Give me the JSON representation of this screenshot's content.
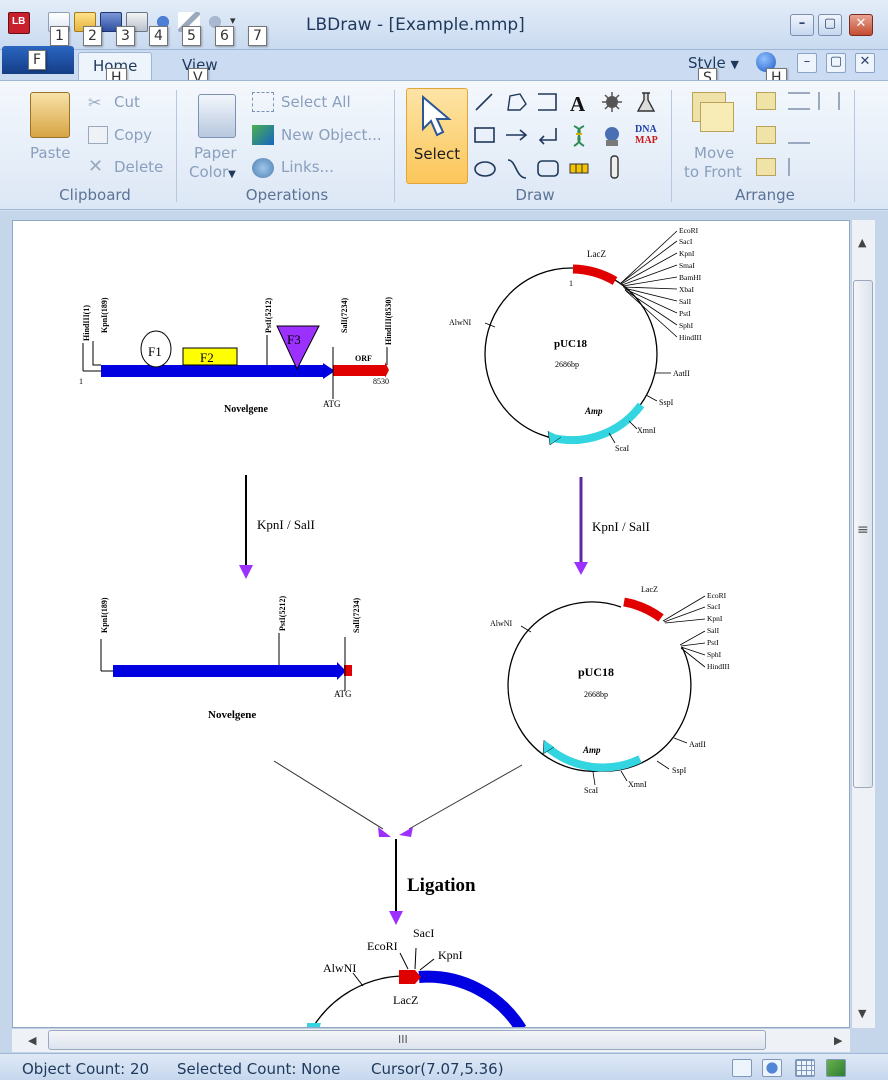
{
  "window": {
    "title": "LBDraw - [Example.mmp]",
    "quick_access_keytips": [
      "1",
      "2",
      "3",
      "4",
      "5",
      "6",
      "7"
    ],
    "minimize": "–",
    "maximize": "▢",
    "close": "✕"
  },
  "ribbon_tabs": {
    "file_keytip": "F",
    "home": "Home",
    "home_keytip": "H",
    "view": "View",
    "view_keytip": "V",
    "style": "Style",
    "style_keytip": "S",
    "help_keytip": "H"
  },
  "clipboard": {
    "paste": "Paste",
    "cut": "Cut",
    "copy": "Copy",
    "delete": "Delete",
    "group": "Clipboard"
  },
  "operations": {
    "paper": "Paper",
    "color": "Color",
    "select_all": "Select All",
    "new_object": "New Object...",
    "links": "Links...",
    "group": "Operations"
  },
  "draw": {
    "select": "Select",
    "text_tool": "A",
    "dna_map": "DNA MAP",
    "group": "Draw"
  },
  "arrange": {
    "move": "Move",
    "to_front": "to Front",
    "group": "Arrange"
  },
  "diagram": {
    "gene1": {
      "sites": [
        "HindIII(1)",
        "KpnI(189)",
        "PstI(5212)",
        "SalI(7234)",
        "HindIII(8530)"
      ],
      "feature_f1": "F1",
      "feature_f2": "F2",
      "feature_f3": "F3",
      "orf": "ORF",
      "start": "1",
      "end": "8530",
      "atg": "ATG",
      "name": "Novelgene"
    },
    "plasmid1": {
      "name": "pUC18",
      "size": "2686bp",
      "lacz": "LacZ",
      "one": "1",
      "amp": "Amp",
      "mcs_sites": [
        "EcoRI",
        "SacI",
        "KpnI",
        "SmaI",
        "BamHI",
        "XbaI",
        "SalI",
        "PstI",
        "SphI",
        "HindIII"
      ],
      "alwni": "AlwNI",
      "aatii": "AatII",
      "sspi": "SspI",
      "xmni": "XmnI",
      "scai": "ScaI"
    },
    "digest_label_left": "KpnI / SalI",
    "digest_label_right": "KpnI / SalI",
    "gene2": {
      "sites": [
        "KpnI(189)",
        "PstI(5212)",
        "SalI(7234)"
      ],
      "atg": "ATG",
      "name": "Novelgene"
    },
    "plasmid2": {
      "name": "pUC18",
      "size": "2668bp",
      "lacz": "LacZ",
      "amp": "Amp",
      "mcs_sites": [
        "EcoRI",
        "SacI",
        "KpnI",
        "SalI",
        "PstI",
        "SphI",
        "HindIII"
      ],
      "alwni": "AlwNI",
      "aatii": "AatII",
      "sspi": "SspI",
      "xmni": "XmnI",
      "scai": "ScaI"
    },
    "ligation": "Ligation",
    "product": {
      "saci": "SacI",
      "ecori": "EcoRI",
      "kpni": "KpnI",
      "alwni": "AlwNI",
      "lacz": "LacZ"
    }
  },
  "scroll": {
    "grip": "III",
    "equals": "≡"
  },
  "status": {
    "object_count": "Object Count: 20",
    "selected_count": "Selected Count: None",
    "cursor": "Cursor(7.07,5.36)"
  },
  "colors": {
    "blue_bar": "#0000e0",
    "red": "#e00000",
    "purple": "#8a2be2",
    "cyan": "#33d6e0",
    "yellow": "#ffff00",
    "select_orange": "#fcc65a"
  }
}
